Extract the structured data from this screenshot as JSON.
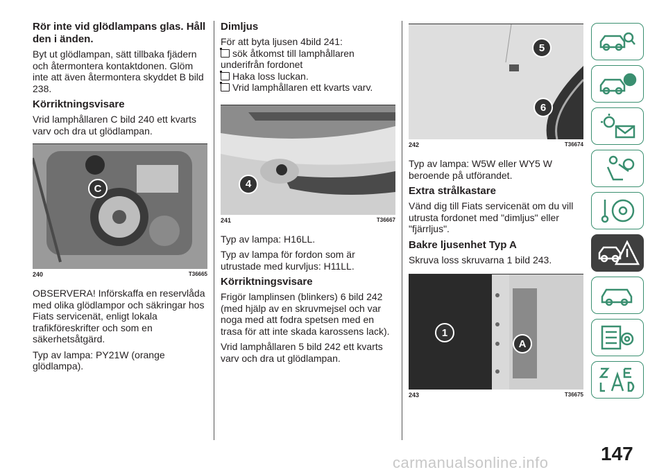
{
  "col1": {
    "heading_1": "Rör inte vid glödlampans glas. Håll den i änden.",
    "para_1": "Byt ut glödlampan, sätt tillbaka fjädern och återmontera kontaktdonen. Glöm inte att även återmontera skyddet B bild 238.",
    "heading_2": "Körriktningsvisare",
    "para_2": "Vrid lamphållaren C bild 240 ett kvarts varv och dra ut glödlampan.",
    "fig": {
      "number": "240",
      "code": "T36665",
      "label": "C"
    },
    "para_3": "OBSERVERA! Införskaffa en reservlåda med olika glödlampor och säkringar hos Fiats servicenät, enligt lokala trafikföreskrifter och som en säkerhetsåtgärd.",
    "para_4": "Typ av lampa: PY21W (orange glödlampa)."
  },
  "col2": {
    "heading_1": "Dimljus",
    "intro": "För att byta ljusen 4bild 241:",
    "bullet_1": "sök åtkomst till lamphållaren",
    "bullet_1_cont": "underifrån fordonet",
    "bullet_2": "Haka loss luckan.",
    "bullet_3": "Vrid lamphållaren ett kvarts varv.",
    "fig": {
      "number": "241",
      "code": "T36667",
      "label": "4"
    },
    "para_1": "Typ av lampa: H16LL.",
    "para_2": "Typ av lampa för fordon som är utrustade med kurvljus: H11LL.",
    "heading_2": "Körriktningsvisare",
    "para_3": "Frigör lamplinsen (blinkers) 6 bild 242 (med hjälp av en skruvmejsel och var noga med att fodra spetsen med en trasa för att inte skada karossens lack).",
    "para_4": "Vrid lamphållaren 5 bild 242 ett kvarts varv och dra ut glödlampan."
  },
  "col3": {
    "fig_a": {
      "number": "242",
      "code": "T36674",
      "label_1": "5",
      "label_2": "6"
    },
    "para_1": "Typ av lampa: W5W eller WY5 W beroende på utförandet.",
    "heading_1": "Extra strålkastare",
    "para_2": "Vänd dig till Fiats servicenät om du vill utrusta fordonet med \"dimljus\" eller \"fjärrljus\".",
    "heading_2": "Bakre ljusenhet Typ A",
    "para_3": "Skruva loss skruvarna 1 bild 243.",
    "fig_b": {
      "number": "243",
      "code": "T36675",
      "label_1": "1",
      "label_2": "A"
    }
  },
  "tabs": [
    {
      "icon": "car-search-icon",
      "active": false
    },
    {
      "icon": "car-info-icon",
      "active": false
    },
    {
      "icon": "dashboard-lights-icon",
      "active": false
    },
    {
      "icon": "airbag-seat-icon",
      "active": false
    },
    {
      "icon": "steering-key-icon",
      "active": false
    },
    {
      "icon": "breakdown-warning-icon",
      "active": true
    },
    {
      "icon": "car-service-icon",
      "active": false
    },
    {
      "icon": "settings-list-icon",
      "active": false
    },
    {
      "icon": "alphabetical-index-icon",
      "active": false
    }
  ],
  "page_number": "147",
  "watermark": "carmanualsonline.info",
  "colors": {
    "accent": "#3a8f70",
    "active_tab": "#3f3f3f"
  }
}
